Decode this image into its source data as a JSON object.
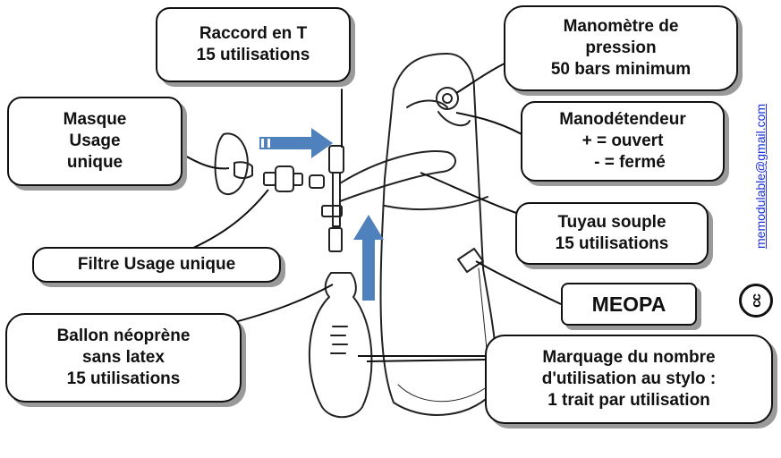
{
  "labels": {
    "raccord": [
      "Raccord en T",
      "15 utilisations"
    ],
    "masque": [
      "Masque",
      "Usage",
      "unique"
    ],
    "filtre": [
      "Filtre Usage unique"
    ],
    "ballon": [
      "Ballon néoprène",
      "sans latex",
      "15 utilisations"
    ],
    "manometre": [
      "Manomètre de",
      "pression",
      "50 bars minimum"
    ],
    "manodetendeur": [
      "Manodétendeur",
      "+ = ouvert",
      "- = fermé"
    ],
    "tuyau": [
      "Tuyau souple",
      "15 utilisations"
    ],
    "meopa": "MEOPA",
    "marquage": [
      "Marquage du nombre",
      "d'utilisation au stylo :",
      "1 trait par utilisation"
    ]
  },
  "contact": {
    "email": "memodulable@gmail.com"
  },
  "badge": {
    "text": "cc"
  },
  "colors": {
    "arrow": "#4f81bd",
    "ink": "#111111",
    "shadow": "#9a9a9a",
    "link": "#1a2fd6"
  },
  "icons": {
    "flow_arrows": "block-arrow",
    "license": "creative-commons-badge"
  }
}
